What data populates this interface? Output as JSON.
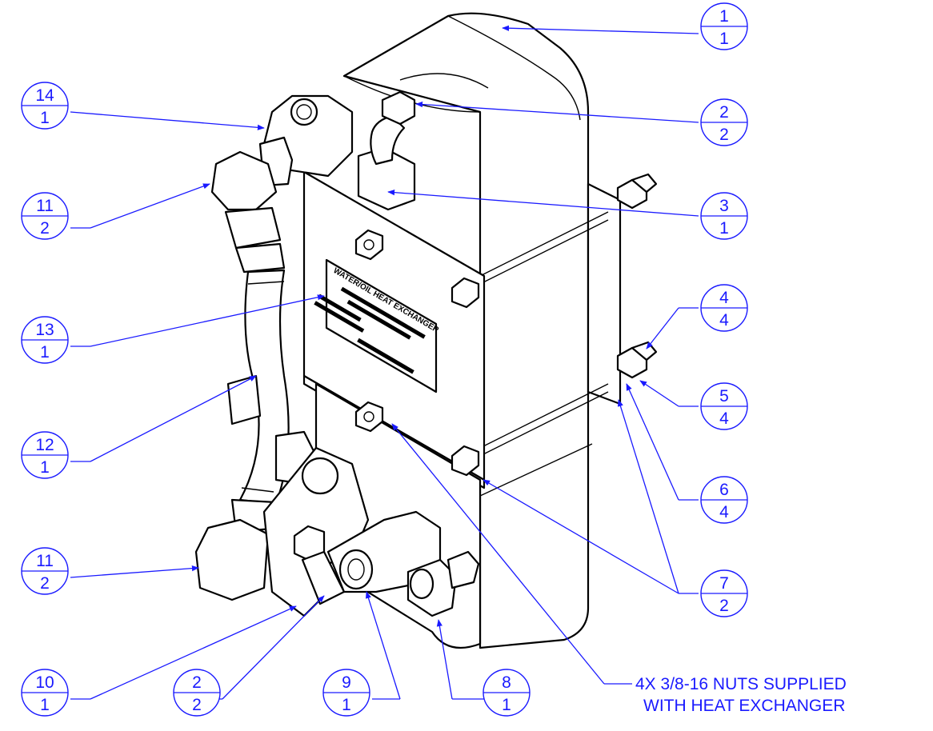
{
  "drawing": {
    "note_lines": [
      "4X 3/8-16 NUTS SUPPLIED",
      "WITH HEAT EXCHANGER"
    ],
    "line_color": "#1a1aff",
    "plate_lines": [
      "WATER/OIL HEAT EXCHANGER"
    ]
  },
  "balloons": [
    {
      "item": "1",
      "qty": "1"
    },
    {
      "item": "2",
      "qty": "2"
    },
    {
      "item": "3",
      "qty": "1"
    },
    {
      "item": "4",
      "qty": "4"
    },
    {
      "item": "5",
      "qty": "4"
    },
    {
      "item": "6",
      "qty": "4"
    },
    {
      "item": "7",
      "qty": "2"
    },
    {
      "item": "14",
      "qty": "1"
    },
    {
      "item": "11",
      "qty": "2"
    },
    {
      "item": "13",
      "qty": "1"
    },
    {
      "item": "12",
      "qty": "1"
    },
    {
      "item": "11",
      "qty": "2"
    },
    {
      "item": "10",
      "qty": "1"
    },
    {
      "item": "2",
      "qty": "2"
    },
    {
      "item": "9",
      "qty": "1"
    },
    {
      "item": "8",
      "qty": "1"
    }
  ]
}
